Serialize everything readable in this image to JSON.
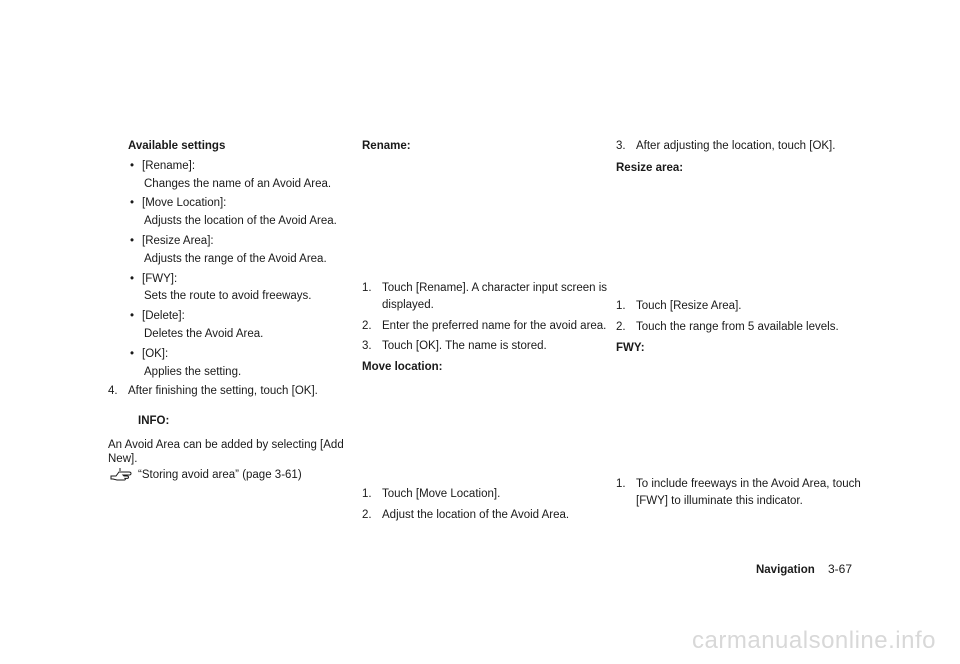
{
  "column1": {
    "available_settings_heading": "Available settings",
    "settings": [
      {
        "label": "[Rename]:",
        "desc": "Changes the name of an Avoid Area."
      },
      {
        "label": "[Move Location]:",
        "desc": "Adjusts the location of the Avoid Area."
      },
      {
        "label": "[Resize Area]:",
        "desc": "Adjusts the range of the Avoid Area."
      },
      {
        "label": "[FWY]:",
        "desc": "Sets the route to avoid freeways."
      },
      {
        "label": "[Delete]:",
        "desc": "Deletes the Avoid Area."
      },
      {
        "label": "[OK]:",
        "desc": "Applies the setting."
      }
    ],
    "bullet": "•",
    "step4_num": "4.",
    "step4_text": "After finishing the setting, touch [OK].",
    "info_heading": "INFO:",
    "info_line1": "An Avoid Area can be added by selecting [Add",
    "info_line2": "New].",
    "ref_text": "“Storing avoid area” (page 3-61)",
    "ref_icon": "reference-hand-icon"
  },
  "column2": {
    "rename_heading": "Rename:",
    "rename_steps": [
      {
        "num": "1.",
        "lines": [
          "Touch [Rename]. A character input screen is",
          "displayed."
        ]
      },
      {
        "num": "2.",
        "lines": [
          "Enter the preferred name for the avoid area."
        ]
      },
      {
        "num": "3.",
        "lines": [
          "Touch [OK]. The name is stored."
        ]
      }
    ],
    "move_heading": "Move location:",
    "move_steps": [
      {
        "num": "1.",
        "lines": [
          "Touch [Move Location]."
        ]
      },
      {
        "num": "2.",
        "lines": [
          "Adjust the location of the Avoid Area."
        ]
      }
    ]
  },
  "column3": {
    "step3_num": "3.",
    "step3_text": "After adjusting the location, touch [OK].",
    "resize_heading": "Resize area:",
    "resize_steps": [
      {
        "num": "1.",
        "lines": [
          "Touch [Resize Area]."
        ]
      },
      {
        "num": "2.",
        "lines": [
          "Touch the range from 5 available levels."
        ]
      }
    ],
    "fwy_heading": "FWY:",
    "fwy_steps": [
      {
        "num": "1.",
        "lines": [
          "To include freeways in the Avoid Area, touch",
          "[FWY] to illuminate this indicator."
        ]
      }
    ]
  },
  "footer": {
    "section": "Navigation",
    "page": "3-67"
  },
  "watermark": "carmanualsonline.info"
}
